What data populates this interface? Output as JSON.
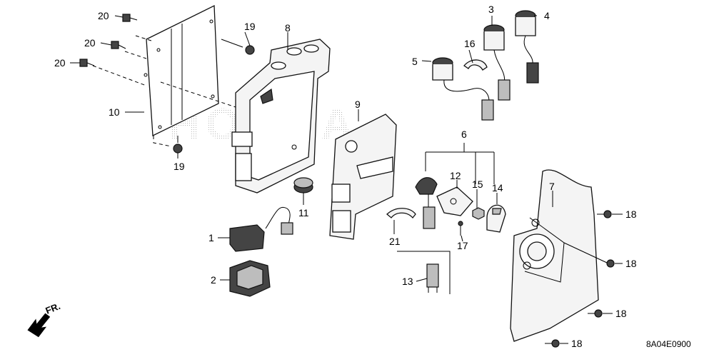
{
  "diagram_code": "8A04E0900",
  "direction_marker": "FR.",
  "watermark": "HONDA",
  "callouts": [
    {
      "id": "c1",
      "text": "1"
    },
    {
      "id": "c2",
      "text": "2"
    },
    {
      "id": "c3",
      "text": "3"
    },
    {
      "id": "c4",
      "text": "4"
    },
    {
      "id": "c5",
      "text": "5"
    },
    {
      "id": "c6",
      "text": "6"
    },
    {
      "id": "c7",
      "text": "7"
    },
    {
      "id": "c8",
      "text": "8"
    },
    {
      "id": "c9",
      "text": "9"
    },
    {
      "id": "c10",
      "text": "10"
    },
    {
      "id": "c11",
      "text": "11"
    },
    {
      "id": "c12",
      "text": "12"
    },
    {
      "id": "c13",
      "text": "13"
    },
    {
      "id": "c14",
      "text": "14"
    },
    {
      "id": "c15",
      "text": "15"
    },
    {
      "id": "c16",
      "text": "16"
    },
    {
      "id": "c17",
      "text": "17"
    },
    {
      "id": "c18a",
      "text": "18"
    },
    {
      "id": "c18b",
      "text": "18"
    },
    {
      "id": "c18c",
      "text": "18"
    },
    {
      "id": "c18d",
      "text": "18"
    },
    {
      "id": "c19a",
      "text": "19"
    },
    {
      "id": "c19b",
      "text": "19"
    },
    {
      "id": "c20a",
      "text": "20"
    },
    {
      "id": "c20b",
      "text": "20"
    },
    {
      "id": "c20c",
      "text": "20"
    },
    {
      "id": "c21",
      "text": "21"
    }
  ]
}
